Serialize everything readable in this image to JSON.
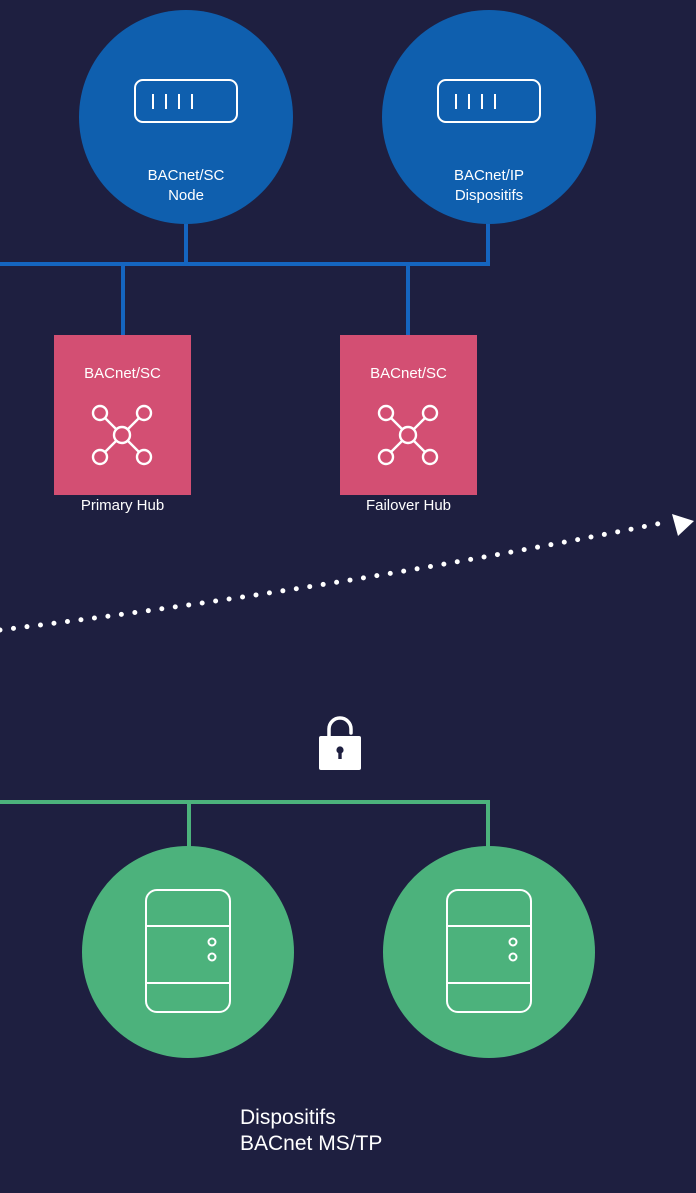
{
  "colors": {
    "background": "#1e1f40",
    "blue_node": "#0f5fae",
    "blue_line": "#1565c0",
    "hub": "#d34f73",
    "green": "#4cb27c",
    "white": "#ffffff"
  },
  "nodes": [
    {
      "line1": "BACnet/SC",
      "line2": "Node",
      "icon": "controller-icon"
    },
    {
      "line1": "BACnet/IP",
      "line2": "Dispositifs",
      "icon": "controller-icon"
    }
  ],
  "hubs": [
    {
      "title": "BACnet/SC",
      "subtitle": "Primary Hub",
      "icon": "hub-network-icon"
    },
    {
      "title": "BACnet/SC",
      "subtitle": "Failover Hub",
      "icon": "hub-network-icon"
    }
  ],
  "lock_icon": "unlocked-padlock-icon",
  "mstp": {
    "line1": "Dispositifs",
    "line2": "BACnet MS/TP",
    "icon": "device-icon"
  }
}
